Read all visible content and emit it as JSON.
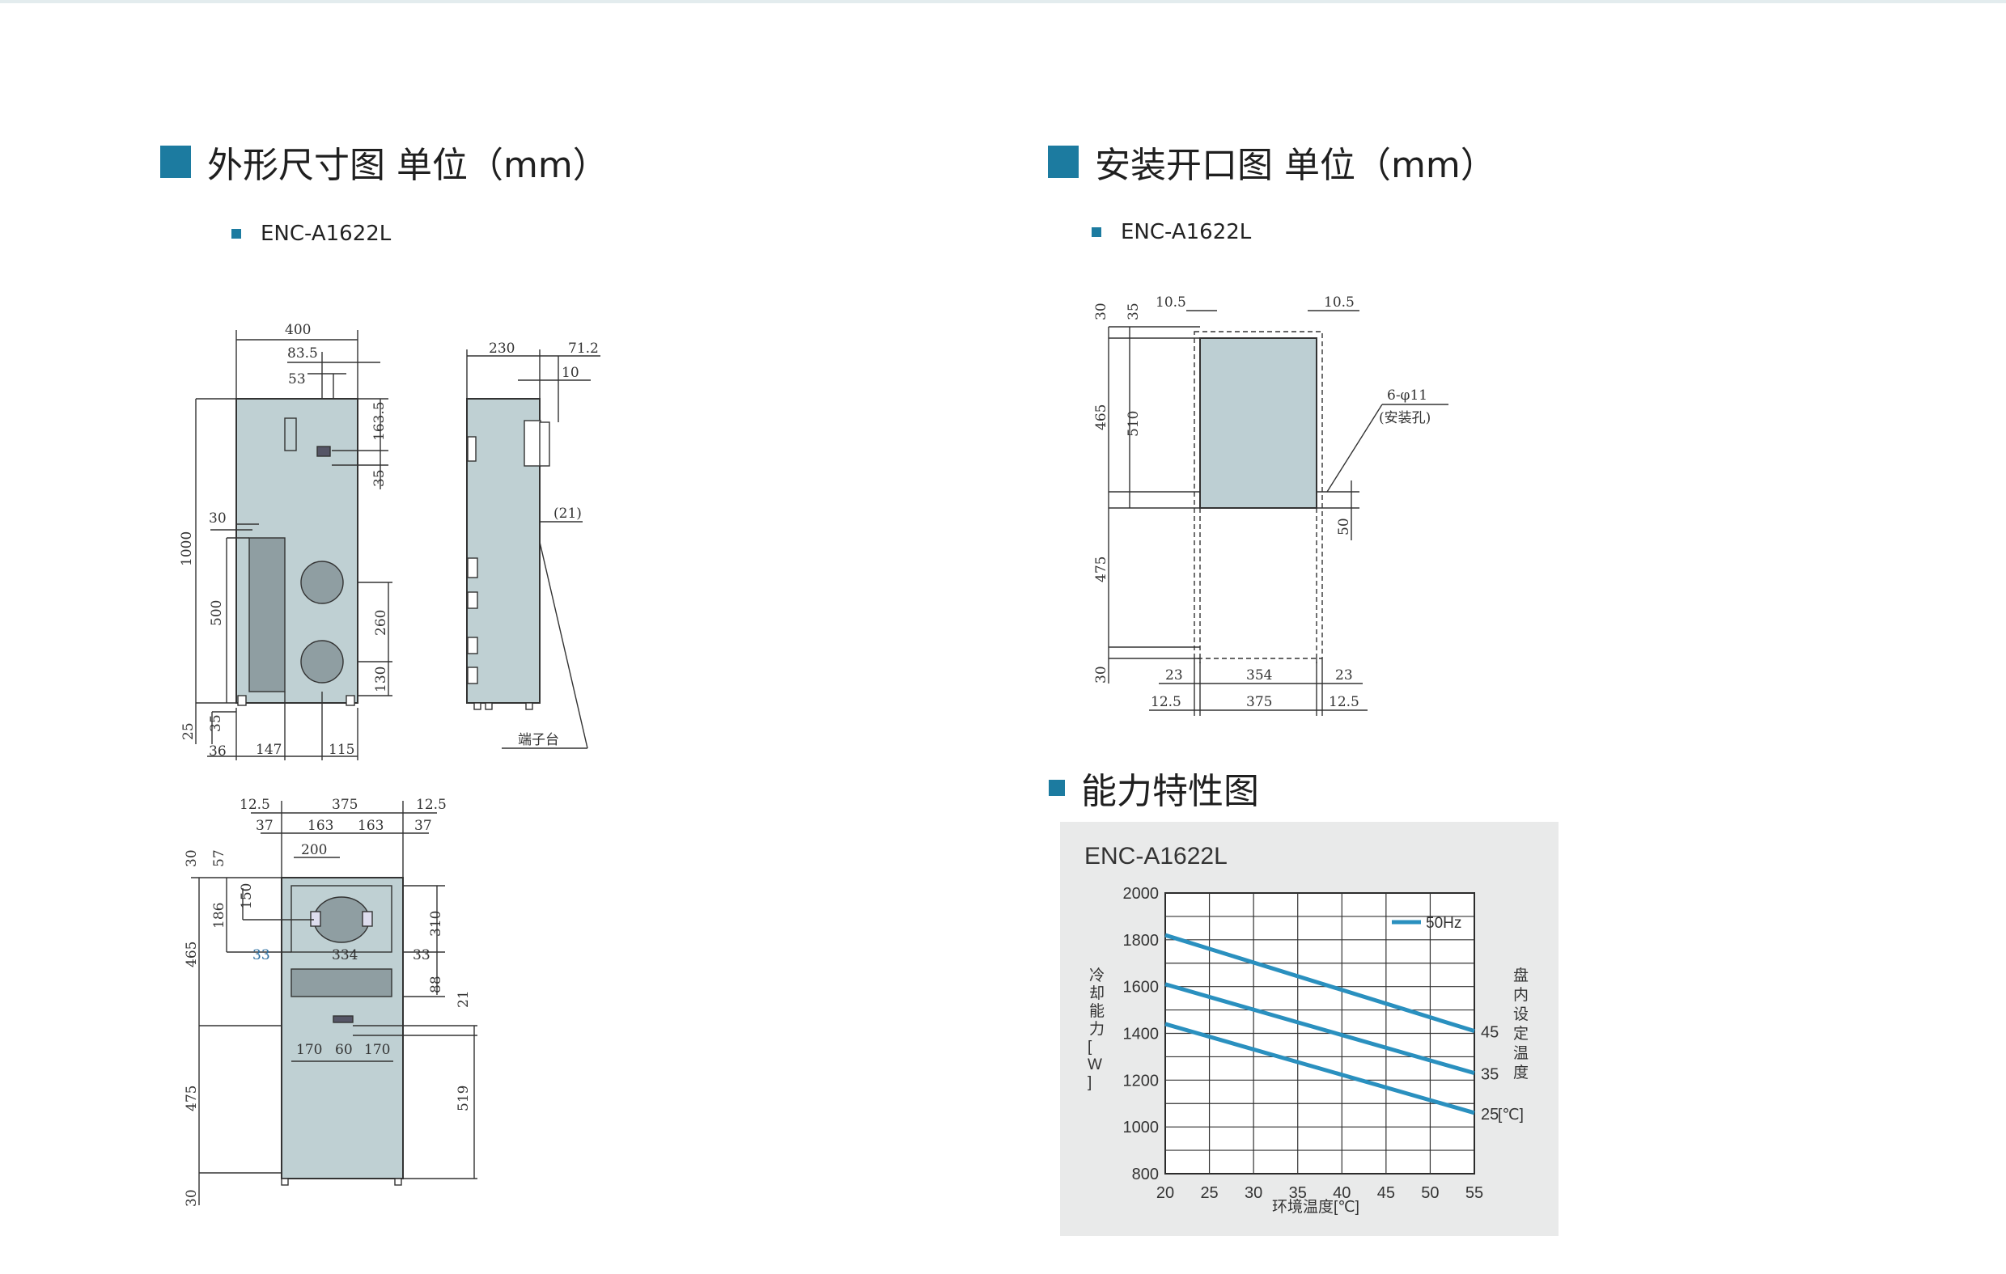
{
  "section1": {
    "title": "外形尺寸图 单位（mm）",
    "model": "ENC-A1622L"
  },
  "section2": {
    "title": "安装开口图 单位（mm）",
    "model": "ENC-A1622L"
  },
  "section3": {
    "title": "能力特性图"
  },
  "front_dims": {
    "d400": "400",
    "d83_5": "83.5",
    "d53": "53",
    "d163_5": "163.5",
    "d35a": "35",
    "d30": "30",
    "d1000": "1000",
    "d500": "500",
    "d260": "260",
    "d130": "130",
    "d35b": "35",
    "d25": "25",
    "d36": "36",
    "d147": "147",
    "d115": "115"
  },
  "side_dims": {
    "d230": "230",
    "d71_2": "71.2",
    "d10": "10",
    "d21": "(21)",
    "terminal": "端子台"
  },
  "back_dims": {
    "d12_5a": "12.5",
    "d375": "375",
    "d12_5b": "12.5",
    "d37a": "37",
    "d163a": "163",
    "d163b": "163",
    "d37b": "37",
    "d200": "200",
    "d30a": "30",
    "d57": "57",
    "d150": "150",
    "d186": "186",
    "d310": "310",
    "d33a": "33",
    "d334": "334",
    "d33b": "33",
    "d465": "465",
    "d88": "88",
    "d21": "21",
    "d170a": "170",
    "d60": "60",
    "d170b": "170",
    "d475": "475",
    "d519": "519",
    "d30b": "30"
  },
  "cutout_dims": {
    "d30t": "30",
    "d35": "35",
    "d10_5a": "10.5",
    "d10_5b": "10.5",
    "d465": "465",
    "d510": "510",
    "hole": "6-φ11",
    "hole_note": "(安装孔)",
    "d50": "50",
    "d475": "475",
    "d30b": "30",
    "d23a": "23",
    "d354": "354",
    "d23b": "23",
    "d12_5a": "12.5",
    "d375": "375",
    "d12_5b": "12.5"
  },
  "chart_data": {
    "type": "line",
    "title": "ENC-A1622L",
    "xlabel": "环境温度[℃]",
    "ylabel": "冷却能力[W]",
    "right_label": "盘内设定温度[℃]",
    "right_unit": "[℃]",
    "x": [
      20,
      25,
      30,
      35,
      40,
      45,
      50,
      55
    ],
    "xlim": [
      20,
      55
    ],
    "ylim": [
      800,
      2000
    ],
    "yticks": [
      800,
      1000,
      1200,
      1400,
      1600,
      1800,
      2000
    ],
    "legend": "50Hz",
    "legend_position": "top-right",
    "grid": true,
    "line_color": "#2a90bf",
    "series": [
      {
        "label": "45",
        "x": [
          20,
          55
        ],
        "values": [
          1820,
          1410
        ]
      },
      {
        "label": "35",
        "x": [
          20,
          55
        ],
        "values": [
          1610,
          1230
        ]
      },
      {
        "label": "25",
        "x": [
          20,
          55
        ],
        "values": [
          1440,
          1060
        ]
      }
    ]
  }
}
